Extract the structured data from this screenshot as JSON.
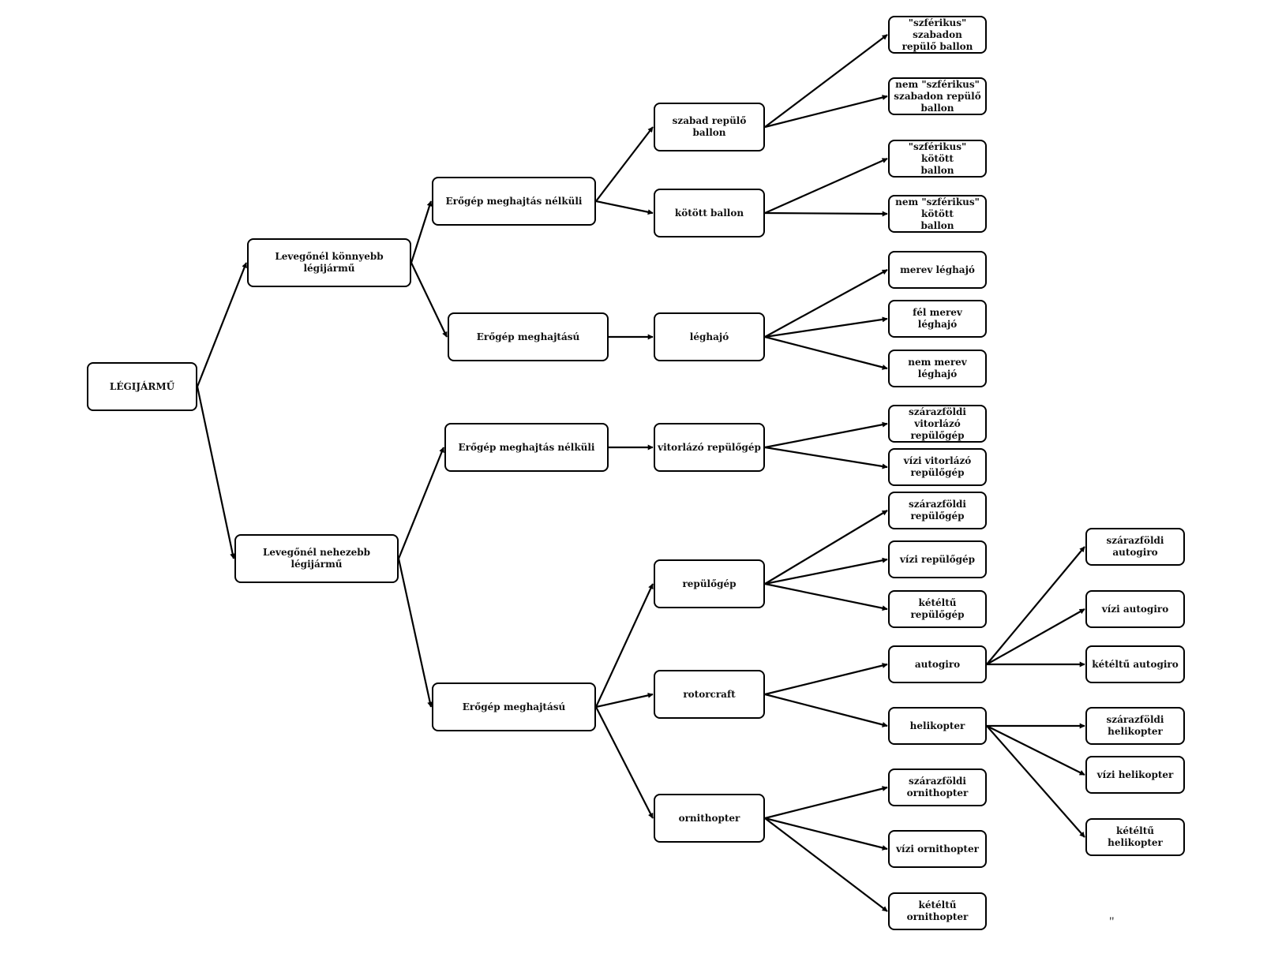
{
  "diagram": {
    "root": {
      "label": "LÉGIJÁRMŰ"
    },
    "lighter": {
      "label": "Levegőnél könnyebb légijármű"
    },
    "heavier": {
      "label": "Levegőnél nehezebb légijármű"
    },
    "light_unpowered": {
      "label": "Erőgép meghajtás nélküli"
    },
    "light_powered": {
      "label": "Erőgép meghajtású"
    },
    "heavy_unpowered": {
      "label": "Erőgép meghajtás nélküli"
    },
    "heavy_powered": {
      "label": "Erőgép meghajtású"
    },
    "free_balloon": {
      "label": "szabad repülő ballon"
    },
    "tethered_balloon": {
      "label": "kötött ballon"
    },
    "airship": {
      "label": "léghajó"
    },
    "glider": {
      "label": "vitorlázó repülőgép"
    },
    "airplane": {
      "label": "repülőgép"
    },
    "rotorcraft": {
      "label": "rotorcraft"
    },
    "ornithopter": {
      "label": "ornithopter"
    },
    "spherical_free": {
      "label": "\"szférikus\" szabadon\nrepülő ballon"
    },
    "nonspherical_free": {
      "label": "nem \"szférikus\"\nszabadon repülő\nballon"
    },
    "spherical_tethered": {
      "label": "\"szférikus\" kötött\nballon"
    },
    "nonspherical_tethered": {
      "label": "nem \"szférikus\" kötött\nballon"
    },
    "rigid": {
      "label": "merev léghajó"
    },
    "semirigid": {
      "label": "fél merev léghajó"
    },
    "nonrigid": {
      "label": "nem merev léghajó"
    },
    "land_glider": {
      "label": "szárazföldi vitorlázó\nrepülőgép"
    },
    "water_glider": {
      "label": "vízi vitorlázó\nrepülőgép"
    },
    "land_airplane": {
      "label": "szárazföldi repülőgép"
    },
    "water_airplane": {
      "label": "vízi repülőgép"
    },
    "amphibious_airplane": {
      "label": "kétéltű repülőgép"
    },
    "autogiro": {
      "label": "autogiro"
    },
    "helicopter": {
      "label": "helikopter"
    },
    "land_ornithopter": {
      "label": "szárazföldi\nornithopter"
    },
    "water_ornithopter": {
      "label": "vízi ornithopter"
    },
    "amphibious_ornithopter": {
      "label": "kétéltű ornithopter"
    },
    "land_autogiro": {
      "label": "szárazföldi autogiro"
    },
    "water_autogiro": {
      "label": "vízi autogiro"
    },
    "amphibious_autogiro": {
      "label": "kétéltű autogiro"
    },
    "land_helicopter": {
      "label": "szárazföldi helikopter"
    },
    "water_helicopter": {
      "label": "vízi helikopter"
    },
    "amphibious_helicopter": {
      "label": "kétéltű helikopter"
    },
    "stray_mark": "\""
  }
}
